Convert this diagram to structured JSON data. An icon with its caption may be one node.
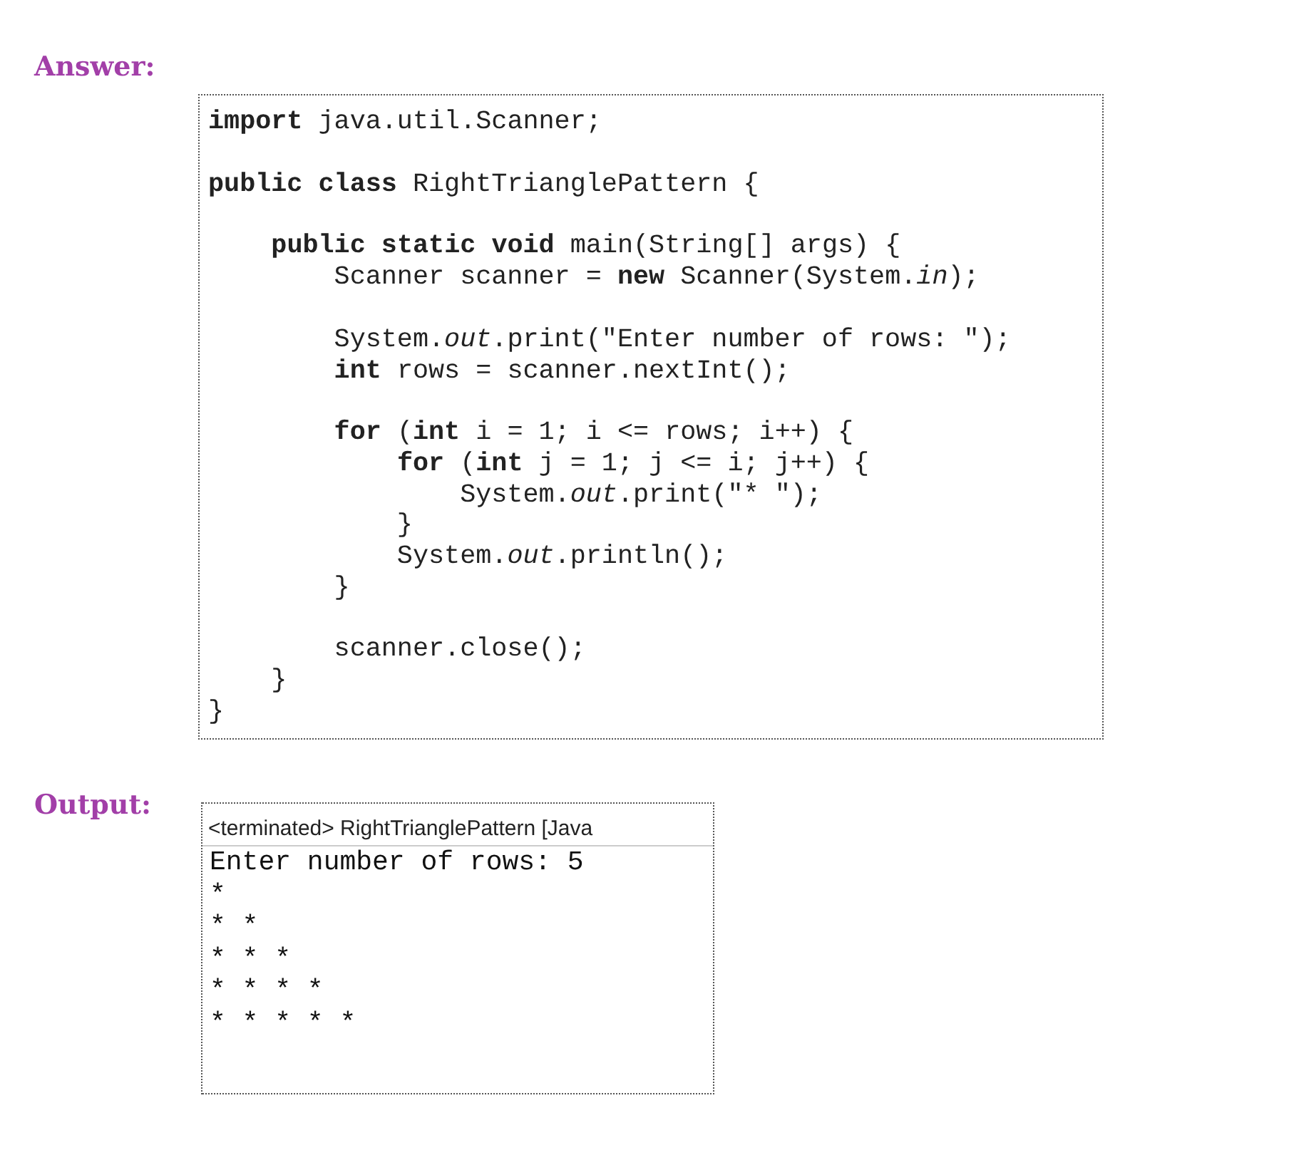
{
  "diagram": {
    "nodes": [
      {
        "text": [
          "**import** java.util.Scanner;",
          "**public** **class** RightTrianglePattern {",
          "    **public** **static** **void** main(String[] args) {",
          "        Scanner scanner = **new** Scanner(System.*in*);",
          "        System.*out*.print(\"Enter number of rows: \");",
          "        **int** rows = scanner.nextInt();",
          "        **for** (**int** i = 1; i <= rows; i++) {",
          "            **for** (**int** j = 1; j <= i; j++) {",
          "                System.*out*.print(\"* \");",
          "            }",
          "            System.*out*.println();",
          "        }",
          "        scanner.close();",
          "    }",
          "}"
        ]
      },
      {
        "text": [
          "<terminated> RightTrianglePattern [Java",
          "Enter number of rows: 5",
          "*",
          "* *",
          "* * *",
          "* * * *",
          "* * * * *"
        ]
      }
    ],
    "labels": [
      "Answer:",
      "Output:"
    ]
  }
}
